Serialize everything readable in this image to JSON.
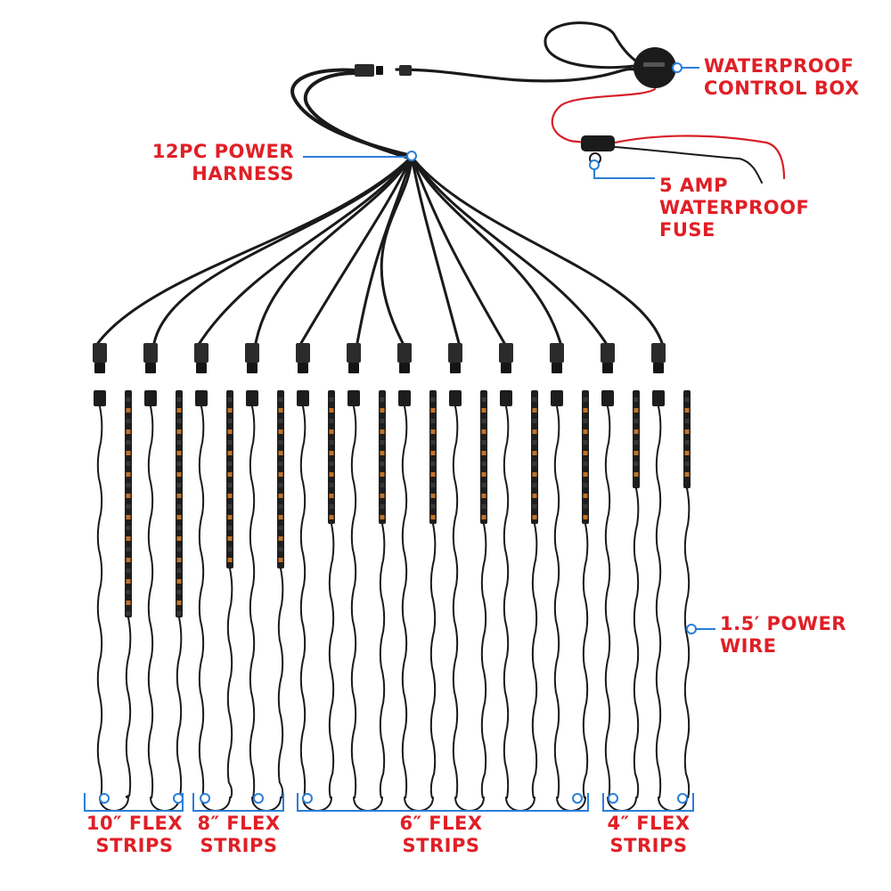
{
  "colors": {
    "label_red": "#e01f26",
    "callout_blue": "#2a7ed8",
    "wire_black": "#1a1a1a",
    "power_wire_red": "#d71f26",
    "led_amber": "#d37b2a"
  },
  "labels": {
    "control_box": {
      "line1": "WATERPROOF",
      "line2": "CONTROL BOX"
    },
    "harness": {
      "line1": "12PC POWER",
      "line2": "HARNESS"
    },
    "fuse": {
      "line1": "5 AMP",
      "line2": "WATERPROOF",
      "line3": "FUSE"
    },
    "power_wire": {
      "line1": "1.5′ POWER",
      "line2": "WIRE"
    },
    "strips_10": {
      "line1": "10″ FLEX",
      "line2": "STRIPS"
    },
    "strips_8": {
      "line1": "8″ FLEX",
      "line2": "STRIPS"
    },
    "strips_6": {
      "line1": "6″ FLEX",
      "line2": "STRIPS"
    },
    "strips_4": {
      "line1": "4″ FLEX",
      "line2": "STRIPS"
    }
  },
  "strip_groups": [
    {
      "size": "10″",
      "count": 2
    },
    {
      "size": "8″",
      "count": 2
    },
    {
      "size": "6″",
      "count": 6
    },
    {
      "size": "4″",
      "count": 2
    }
  ],
  "harness_outputs": 12
}
